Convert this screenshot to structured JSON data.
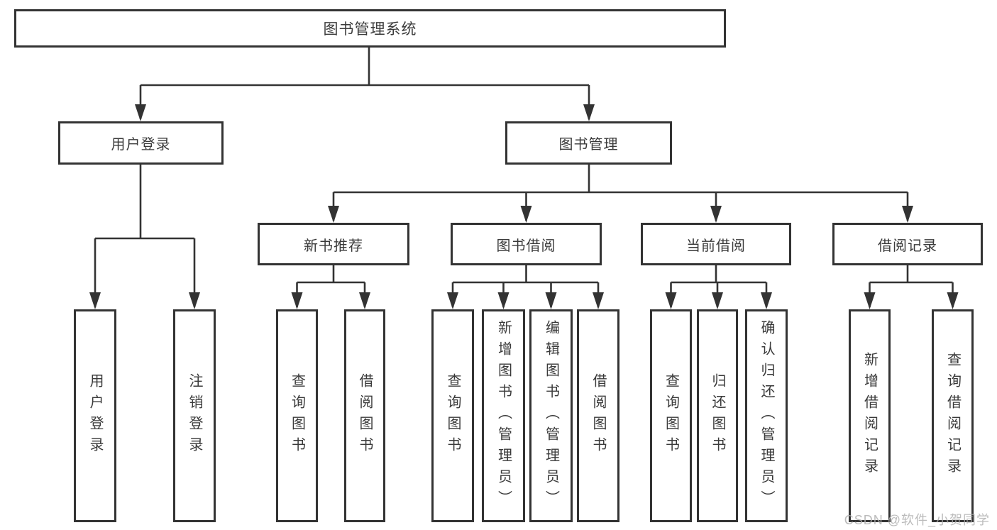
{
  "tree": {
    "root": {
      "label": "图书管理系统"
    },
    "branches": [
      {
        "label": "用户登录",
        "children": [
          {
            "label": "用户登录"
          },
          {
            "label": "注销登录"
          }
        ]
      },
      {
        "label": "图书管理",
        "children": [
          {
            "label": "新书推荐",
            "children": [
              {
                "label": "查询图书"
              },
              {
                "label": "借阅图书"
              }
            ]
          },
          {
            "label": "图书借阅",
            "children": [
              {
                "label": "查询图书"
              },
              {
                "label": "新增图书（管理员）"
              },
              {
                "label": "编辑图书（管理员）"
              },
              {
                "label": "借阅图书"
              }
            ]
          },
          {
            "label": "当前借阅",
            "children": [
              {
                "label": "查询图书"
              },
              {
                "label": "归还图书"
              },
              {
                "label": "确认归还（管理员）"
              }
            ]
          },
          {
            "label": "借阅记录",
            "children": [
              {
                "label": "新增借阅记录"
              },
              {
                "label": "查询借阅记录"
              }
            ]
          }
        ]
      }
    ]
  },
  "watermark": {
    "text": "CSDN @软件_小贺同学"
  },
  "colors": {
    "line": "#333333",
    "text": "#3a3a3a",
    "watermark": "#b0b0b0",
    "background": "#ffffff"
  }
}
